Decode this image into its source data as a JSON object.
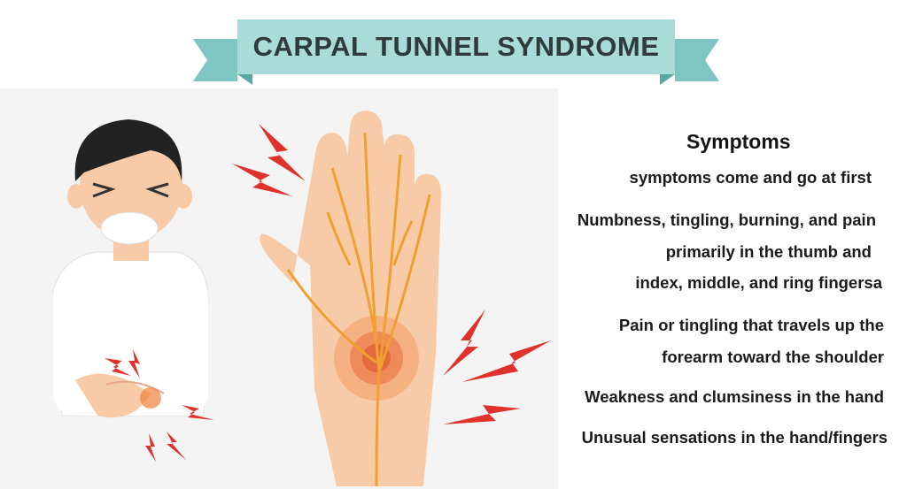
{
  "title": "CARPAL TUNNEL SYNDROME",
  "colors": {
    "banner": "#a9dbd8",
    "banner_dark": "#7fc6c2",
    "skin": "#f8cba8",
    "nerve": "#f0a030",
    "bolt": "#e0322c"
  },
  "symptoms": {
    "heading": "Symptoms",
    "lines": [
      "symptoms come and go at first",
      "Numbness, tingling, burning, and pain",
      "primarily in the thumb and",
      "index, middle, and ring fingersa",
      "Pain or tingling that travels up the",
      "forearm toward the shoulder",
      "Weakness and clumsiness in the hand",
      "Unusual sensations in the hand/fingers"
    ]
  }
}
